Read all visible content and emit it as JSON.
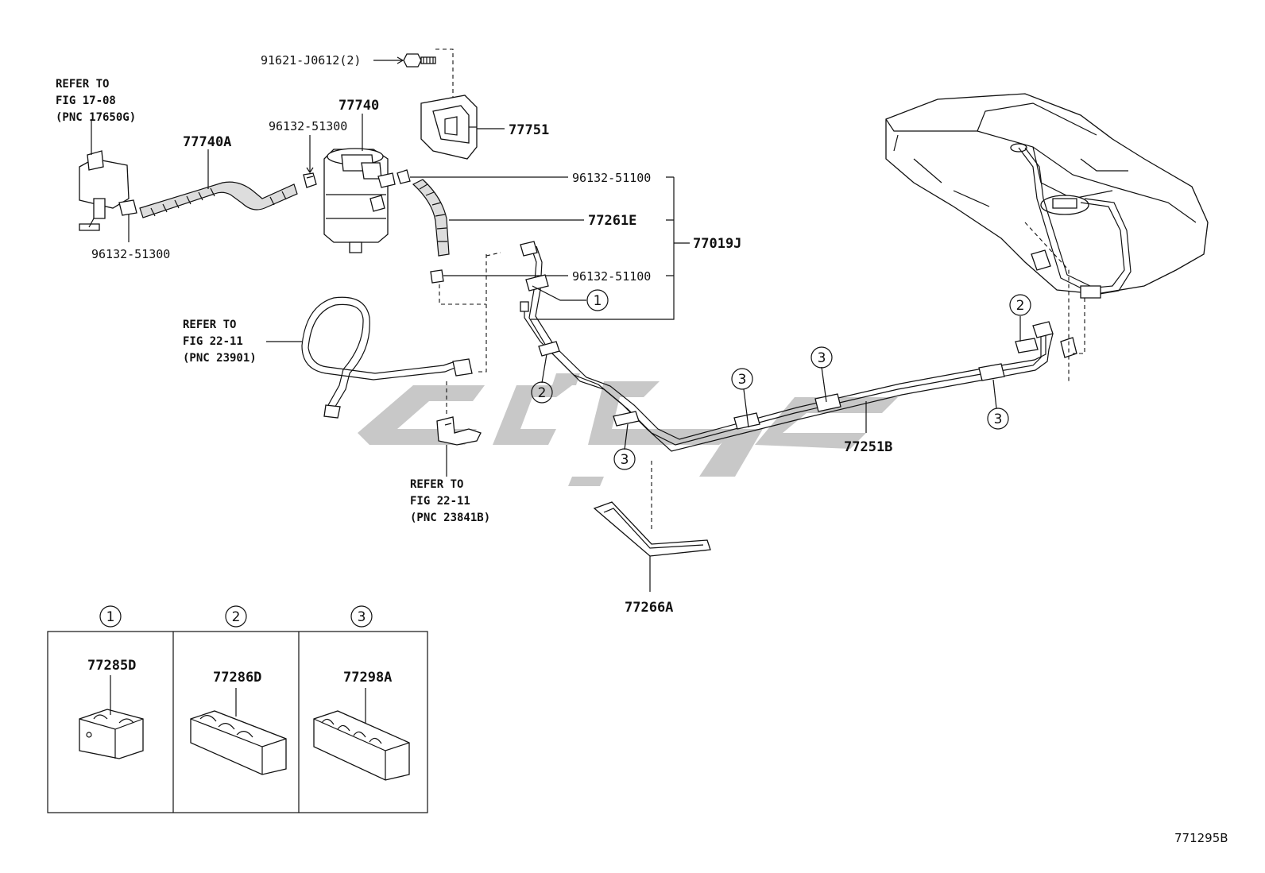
{
  "labels": {
    "p91621": "91621-J0612(2)",
    "refer1_l1": "REFER TO",
    "refer1_l2": "FIG 17-08",
    "refer1_l3": "(PNC 17650G)",
    "p77740": "77740",
    "p96132_51300_a": "96132-51300",
    "p77751": "77751",
    "p77740A": "77740A",
    "p96132_51100_a": "96132-51100",
    "p77261E": "77261E",
    "p77019J": "77019J",
    "p96132_51300_b": "96132-51300",
    "p96132_51100_b": "96132-51100",
    "refer2_l1": "REFER TO",
    "refer2_l2": "FIG 22-11",
    "refer2_l3": "(PNC 23901)",
    "refer3_l1": "REFER TO",
    "refer3_l2": "FIG 22-11",
    "refer3_l3": "(PNC 23841B)",
    "p77251B": "77251B",
    "p77266A": "77266A",
    "code": "771295B"
  },
  "callouts": {
    "c1": "1",
    "c2a": "2",
    "c2b": "2",
    "c3a": "3",
    "c3b": "3",
    "c3c": "3",
    "c3d": "3"
  },
  "legend": {
    "h1": "1",
    "h2": "2",
    "h3": "3",
    "part1": "77285D",
    "part2": "77286D",
    "part3": "77298A"
  },
  "colors": {
    "line": "#111111",
    "watermark": "#c8c8c8"
  }
}
